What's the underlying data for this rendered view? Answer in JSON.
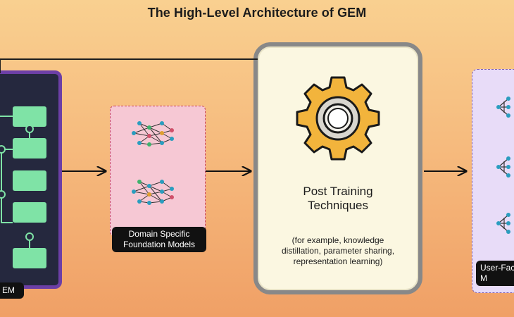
{
  "title": "The High-Level Architecture of GEM",
  "left_panel": {
    "label": "EM"
  },
  "domain_panel": {
    "label": "Domain Specific\nFoundation Models"
  },
  "center_panel": {
    "title": "Post Training\nTechniques",
    "subtitle": "(for example, knowledge\ndistillation, parameter sharing,\nrepresentation learning)"
  },
  "right_panel": {
    "label": "User-Fac\nM"
  },
  "icons": [
    "gear-icon",
    "neural-network-icon"
  ],
  "colors": {
    "background_top": "#f9d090",
    "background_bottom": "#f0a066",
    "left_panel": "#25283e",
    "left_border": "#6c3fa6",
    "block": "#7fe3a6",
    "pink_panel": "#f6c8d4",
    "center_panel": "#fbf7e1",
    "gear": "#f2b43c",
    "right_panel": "#e8dcf8"
  }
}
